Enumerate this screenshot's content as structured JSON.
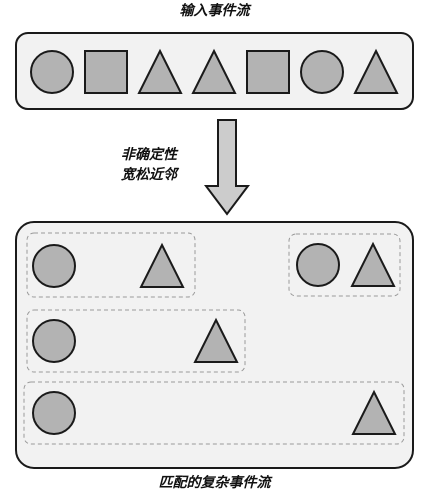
{
  "labels": {
    "input_stream": "输入事件流",
    "strategy_line1": "非确定性",
    "strategy_line2": "宽松近邻",
    "output_stream": "匹配的复杂事件流"
  },
  "colors": {
    "shape_fill": "#b3b3b3",
    "shape_stroke": "#1a1a1a",
    "panel_fill": "#f2f2f2",
    "dashed_stroke": "#999999",
    "arrow_fill": "#cccccc"
  },
  "input_events": [
    "circle",
    "square",
    "triangle",
    "triangle",
    "square",
    "circle",
    "triangle"
  ],
  "matches": [
    [
      "circle",
      "triangle"
    ],
    [
      "circle",
      "triangle"
    ],
    [
      "circle",
      "triangle"
    ],
    [
      "circle",
      "triangle"
    ]
  ]
}
